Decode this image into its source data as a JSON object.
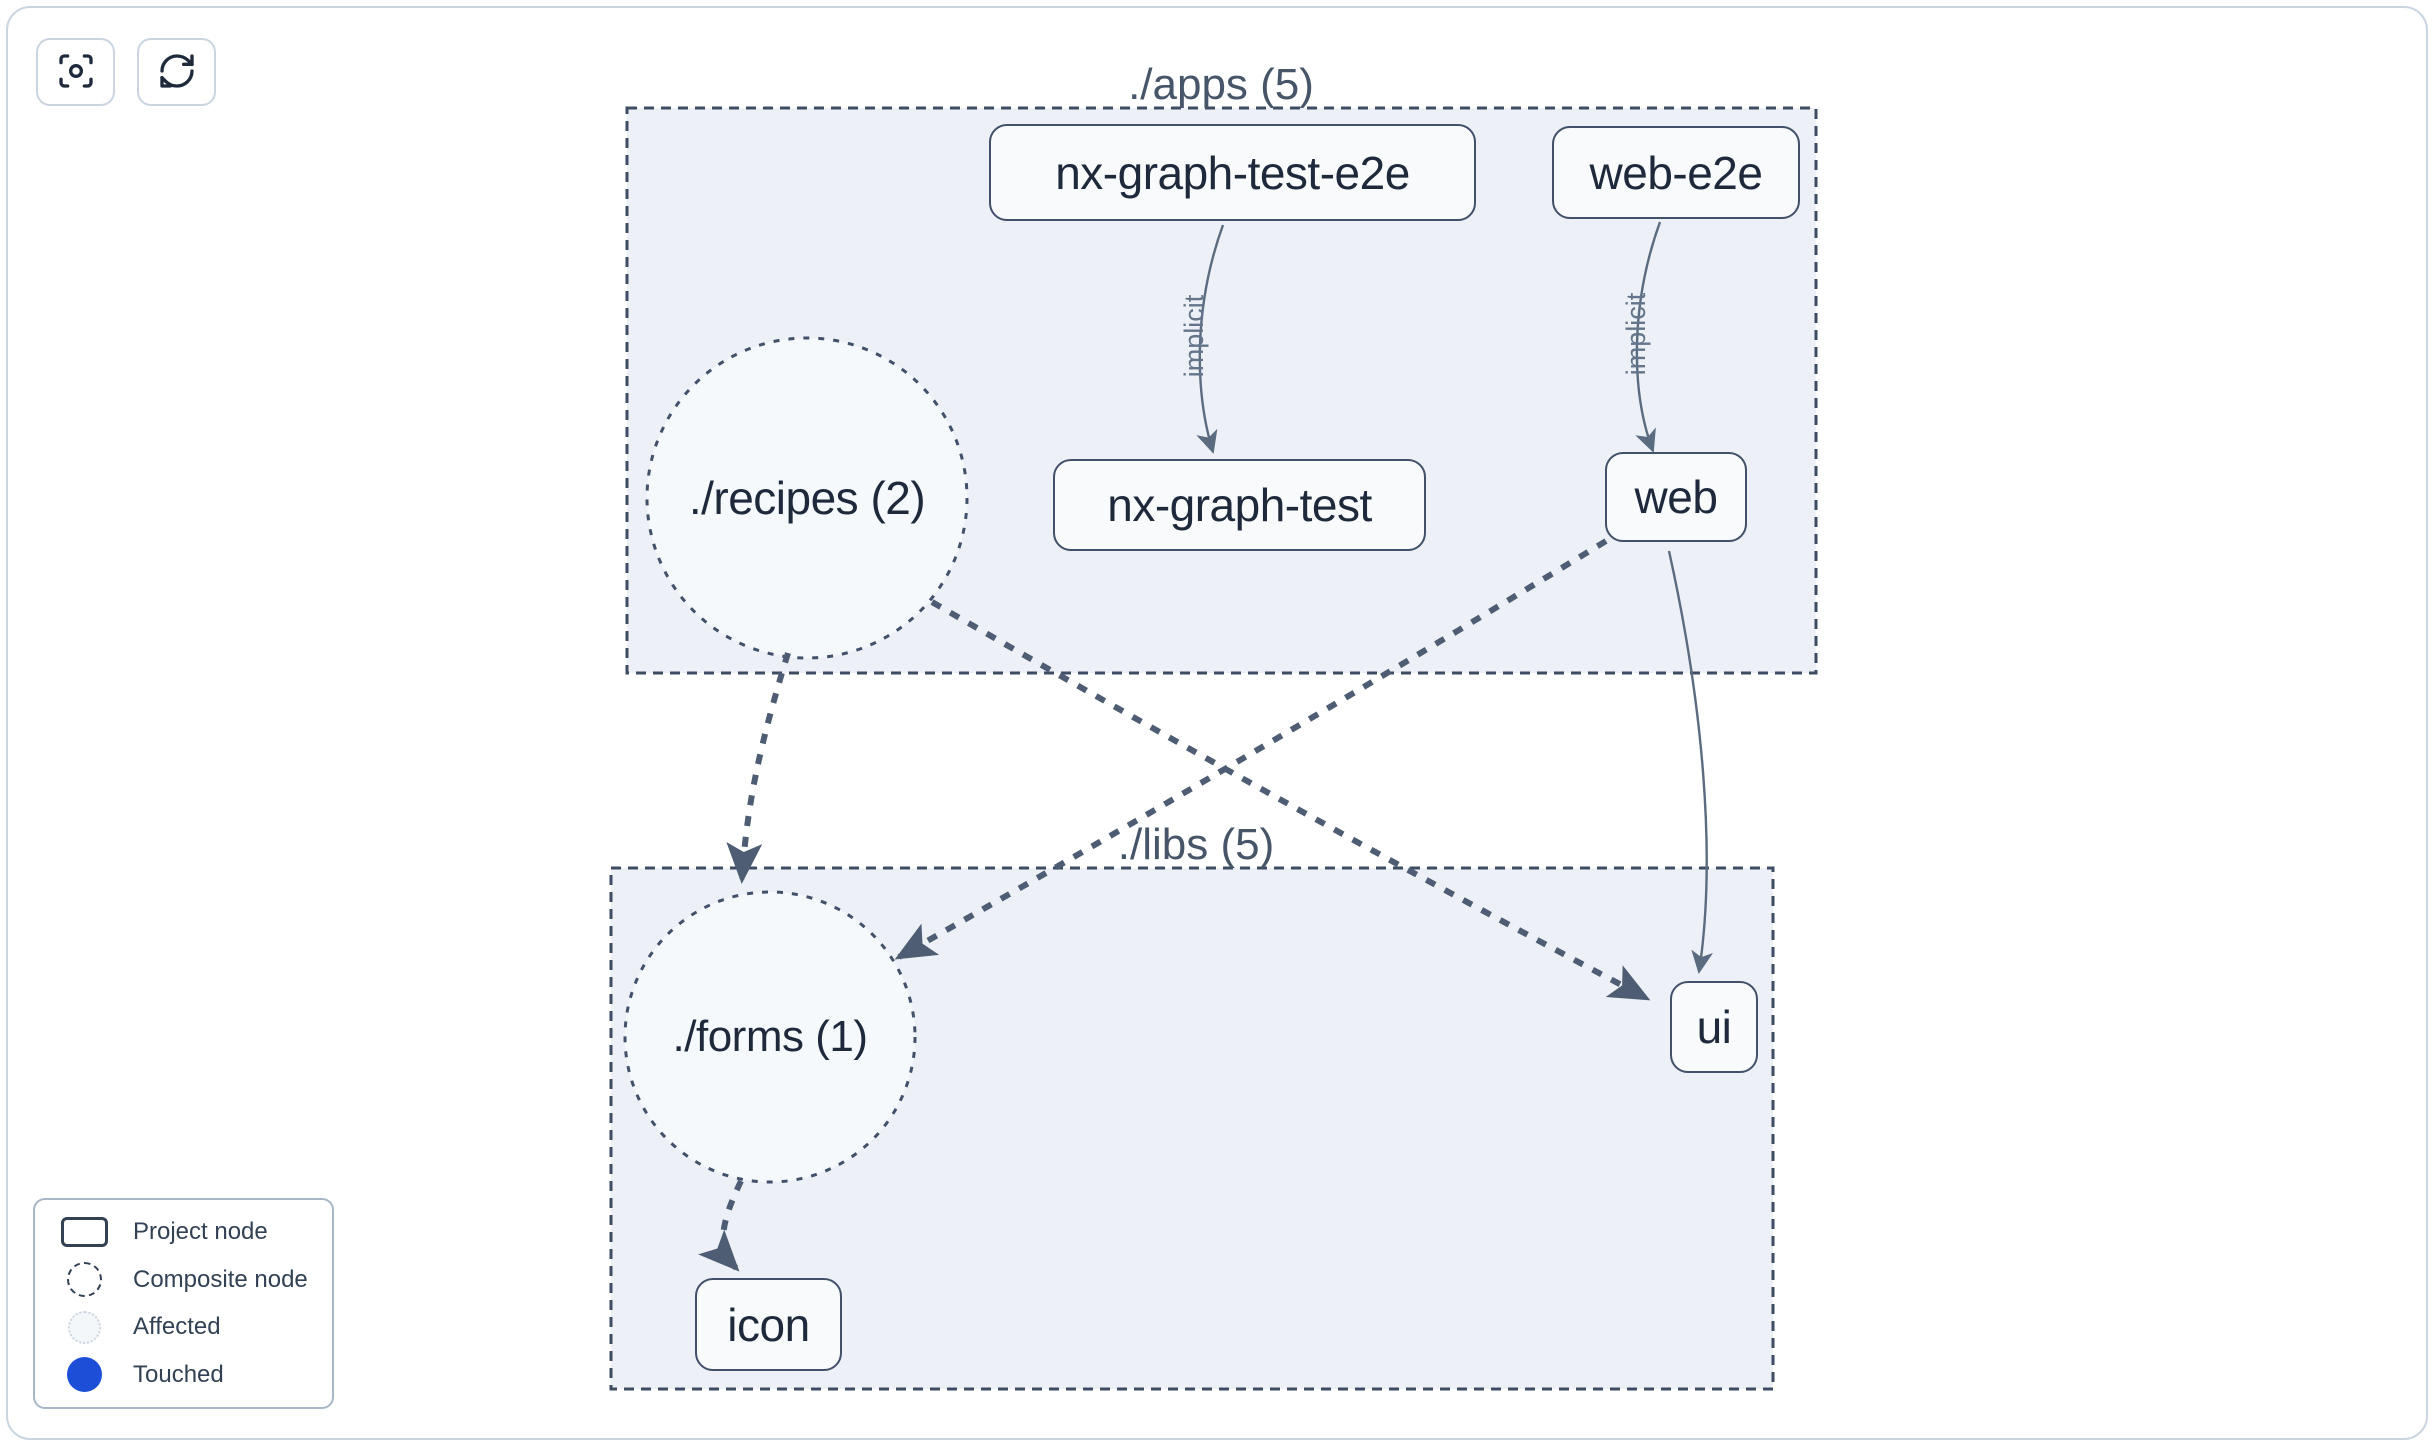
{
  "toolbar": {
    "buttons": [
      {
        "id": "center-graph",
        "icon": "focus-icon"
      },
      {
        "id": "refresh-graph",
        "icon": "refresh-icon"
      }
    ]
  },
  "graph": {
    "groups": [
      {
        "id": "apps",
        "label": "./apps (5)"
      },
      {
        "id": "libs",
        "label": "./libs (5)"
      }
    ],
    "nodes": [
      {
        "id": "nx-graph-test-e2e",
        "label": "nx-graph-test-e2e",
        "type": "project",
        "group": "apps"
      },
      {
        "id": "web-e2e",
        "label": "web-e2e",
        "type": "project",
        "group": "apps"
      },
      {
        "id": "recipes",
        "label": "./recipes (2)",
        "type": "composite",
        "group": "apps"
      },
      {
        "id": "nx-graph-test",
        "label": "nx-graph-test",
        "type": "project",
        "group": "apps"
      },
      {
        "id": "web",
        "label": "web",
        "type": "project",
        "group": "apps"
      },
      {
        "id": "forms",
        "label": "./forms (1)",
        "type": "composite",
        "group": "libs"
      },
      {
        "id": "ui",
        "label": "ui",
        "type": "project",
        "group": "libs"
      },
      {
        "id": "icon",
        "label": "icon",
        "type": "project",
        "group": "libs"
      }
    ],
    "edges": [
      {
        "source": "nx-graph-test-e2e",
        "target": "nx-graph-test",
        "label": "implicit",
        "style": "implicit"
      },
      {
        "source": "web-e2e",
        "target": "web",
        "label": "implicit",
        "style": "implicit"
      },
      {
        "source": "recipes",
        "target": "forms",
        "label": "",
        "style": "dashed"
      },
      {
        "source": "recipes",
        "target": "ui",
        "label": "",
        "style": "dashed"
      },
      {
        "source": "web",
        "target": "forms",
        "label": "",
        "style": "dashed"
      },
      {
        "source": "web",
        "target": "ui",
        "label": "",
        "style": "solid"
      },
      {
        "source": "forms",
        "target": "icon",
        "label": "",
        "style": "dashed"
      }
    ]
  },
  "legend": {
    "items": [
      {
        "id": "project-node",
        "label": "Project node"
      },
      {
        "id": "composite-node",
        "label": "Composite node"
      },
      {
        "id": "affected",
        "label": "Affected"
      },
      {
        "id": "touched",
        "label": "Touched"
      }
    ]
  },
  "colors": {
    "touched_blue": "#1d4ed8",
    "group_background": "#edf1f7",
    "edge_dashed": "#4e5d73",
    "edge_thin": "#5b6b80",
    "node_border": "#42506a",
    "node_text": "#1e293b",
    "page_border": "#cbd5e1"
  }
}
